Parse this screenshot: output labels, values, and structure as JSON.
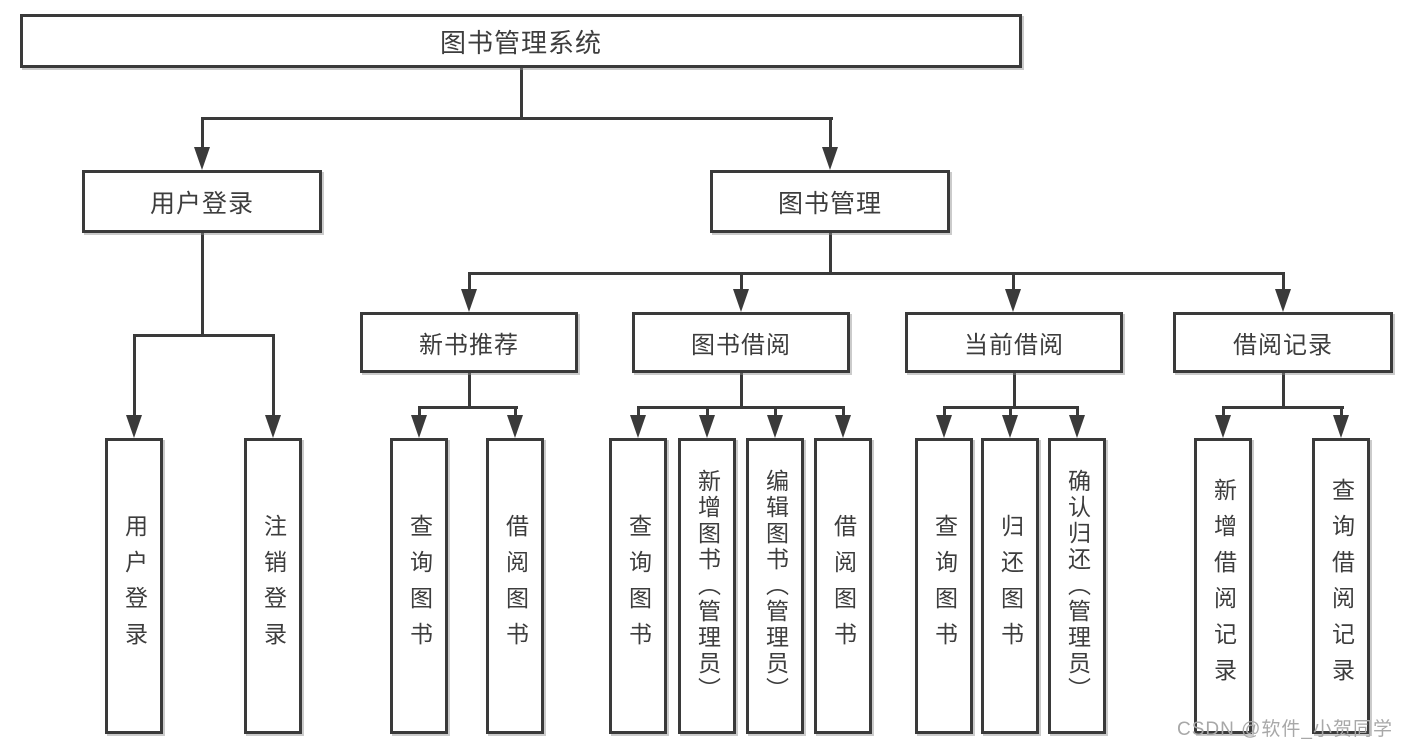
{
  "diagram_title": "图书管理系统",
  "colors": {
    "line": "#3a3a3a",
    "text": "#3d3d3d",
    "node_background": "#ffffff",
    "watermark_text": "#a8a8a8"
  },
  "tree": {
    "label": "图书管理系统",
    "children": [
      {
        "label": "用户登录",
        "children": [
          {
            "label": "用户登录"
          },
          {
            "label": "注销登录"
          }
        ]
      },
      {
        "label": "图书管理",
        "children": [
          {
            "label": "新书推荐",
            "children": [
              {
                "label": "查询图书"
              },
              {
                "label": "借阅图书"
              }
            ]
          },
          {
            "label": "图书借阅",
            "children": [
              {
                "label": "查询图书"
              },
              {
                "label": "新增图书（管理员）"
              },
              {
                "label": "编辑图书（管理员）"
              },
              {
                "label": "借阅图书"
              }
            ]
          },
          {
            "label": "当前借阅",
            "children": [
              {
                "label": "查询图书"
              },
              {
                "label": "归还图书"
              },
              {
                "label": "确认归还（管理员）"
              }
            ]
          },
          {
            "label": "借阅记录",
            "children": [
              {
                "label": "新增借阅记录"
              },
              {
                "label": "查询借阅记录"
              }
            ]
          }
        ]
      }
    ]
  },
  "watermark": "CSDN @软件_小贺同学"
}
